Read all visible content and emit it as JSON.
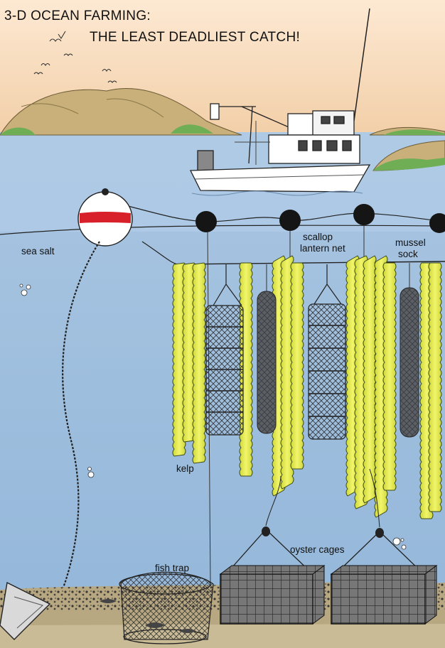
{
  "title": {
    "line1": "3-D OCEAN FARMING:",
    "line2": "THE LEAST DEADLIEST CATCH!"
  },
  "labels": {
    "sea_salt": "sea salt",
    "scallop_line1": "scallop",
    "scallop_line2": "lantern net",
    "mussel_line1": "mussel",
    "mussel_line2": "sock",
    "kelp": "kelp",
    "oyster_cages": "oyster cages",
    "fish_trap": "fish trap"
  },
  "colors": {
    "sky": "#f5d7b6",
    "ocean": "#a9c6e2",
    "ocean_deep": "#8fb1d6",
    "hills": "#c9b07a",
    "vegetation": "#6fae55",
    "kelp": "#e4ec52",
    "buoy_red": "#d8202a",
    "float": "#1a1a1a",
    "seabed": "#b8a882"
  }
}
